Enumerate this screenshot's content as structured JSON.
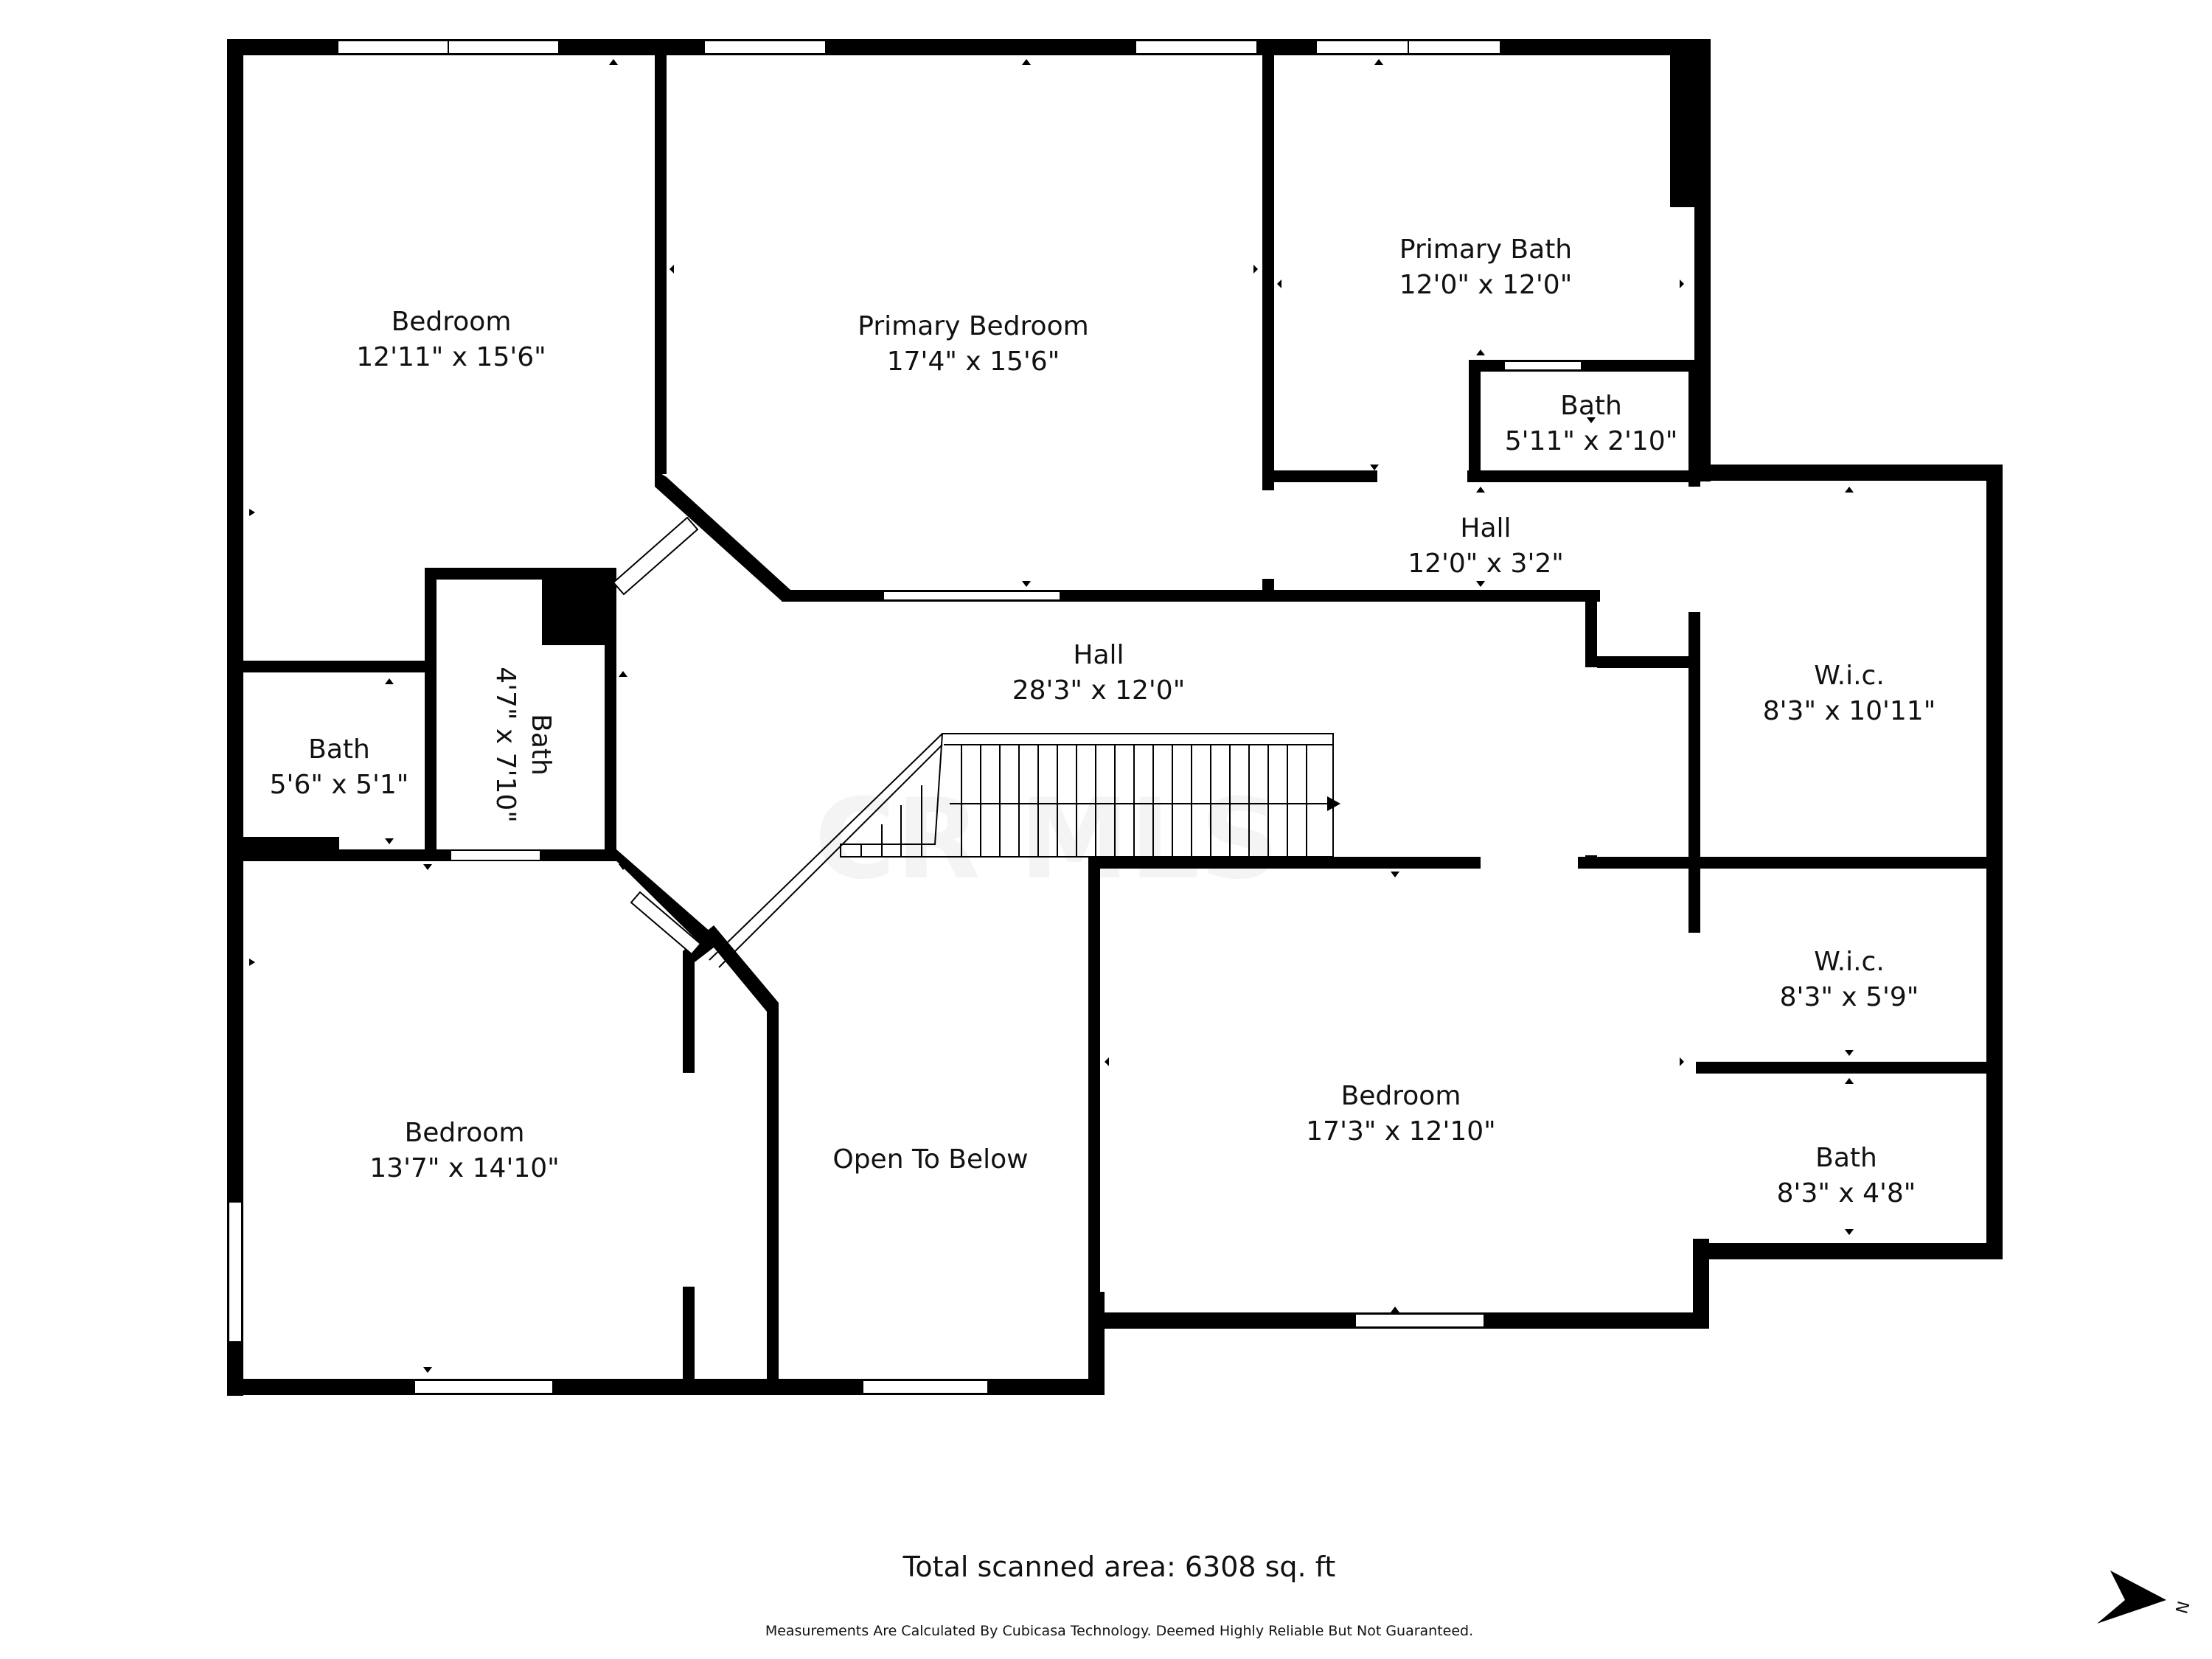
{
  "colors": {
    "wall": "#000000",
    "window": "#ffffff",
    "background": "#ffffff",
    "text": "#111111",
    "watermark": "#f2f2f2"
  },
  "rooms": {
    "bedroom_nw": {
      "name": "Bedroom",
      "dims": "12'11\" x 15'6\""
    },
    "primary_bedroom": {
      "name": "Primary Bedroom",
      "dims": "17'4\" x 15'6\""
    },
    "primary_bath": {
      "name": "Primary Bath",
      "dims": "12'0\" x 12'0\""
    },
    "bath_small": {
      "name": "Bath",
      "dims": "5'11\" x 2'10\""
    },
    "hall_small": {
      "name": "Hall",
      "dims": "12'0\" x 3'2\""
    },
    "hall_main": {
      "name": "Hall",
      "dims": "28'3\" x 12'0\""
    },
    "wic_upper": {
      "name": "W.i.c.",
      "dims": "8'3\" x 10'11\""
    },
    "bath_left": {
      "name": "Bath",
      "dims": "5'6\" x 5'1\""
    },
    "bath_vertical": {
      "name": "Bath",
      "dims": "4'7\" x 7'10\""
    },
    "wic_lower": {
      "name": "W.i.c.",
      "dims": "8'3\" x 5'9\""
    },
    "bedroom_sw": {
      "name": "Bedroom",
      "dims": "13'7\" x 14'10\""
    },
    "open_to_below": {
      "name": "Open To Below",
      "dims": ""
    },
    "bedroom_se": {
      "name": "Bedroom",
      "dims": "17'3\" x 12'10\""
    },
    "bath_se": {
      "name": "Bath",
      "dims": "8'3\" x 4'8\""
    }
  },
  "footer": {
    "total": "Total scanned area: 6308 sq. ft",
    "disclaimer": "Measurements Are Calculated By Cubicasa Technology. Deemed Highly Reliable But Not Guaranteed."
  },
  "compass": {
    "label": "N",
    "icon": "north-arrow-icon"
  },
  "watermark": {
    "text": "CR MLS"
  }
}
